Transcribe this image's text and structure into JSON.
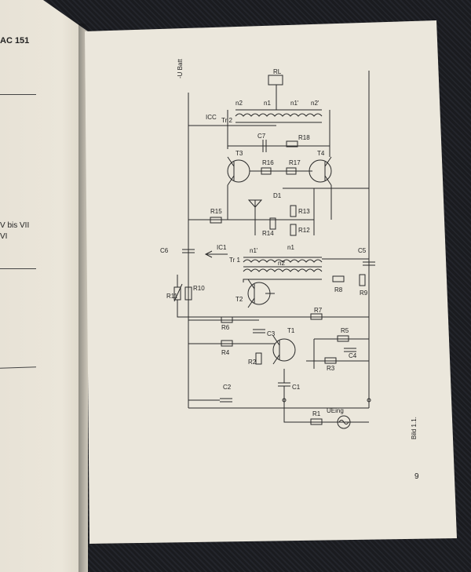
{
  "left_page": {
    "heading": "AC 151",
    "line_1": "V bis VII",
    "line_2": "VI"
  },
  "right_page": {
    "caption": "Bild 1.1.",
    "page_number": "9"
  },
  "schematic_labels": {
    "ubatt": "-U Batt",
    "rl": "RL",
    "n2_top_left": "n2",
    "n1_top_left": "n1",
    "n1_top_right": "n1'",
    "n2_top_right": "n2'",
    "tr2": "Tr 2",
    "icc": "ICC",
    "c7": "C7",
    "r18": "R18",
    "t3": "T3",
    "t4": "T4",
    "r16": "R16",
    "r17": "R17",
    "d1": "D1",
    "r15": "R15",
    "r13": "R13",
    "r14": "R14",
    "r12": "R12",
    "c6": "C6",
    "ic1": "IC1",
    "tr1": "Tr 1",
    "n1_mid_left": "n1'",
    "n1_mid_right": "n1",
    "c5": "C5",
    "n2_mid": "n2",
    "r11": "R11",
    "r10": "R10",
    "t2": "T2",
    "r8": "R8",
    "r9": "R9",
    "r7": "R7",
    "r6": "R6",
    "c3": "C3",
    "t1": "T1",
    "r5": "R5",
    "r4": "R4",
    "c4": "C4",
    "r2": "R2",
    "r3": "R3",
    "c2": "C2",
    "c1": "C1",
    "r1": "R1",
    "ueing": "UEing"
  }
}
